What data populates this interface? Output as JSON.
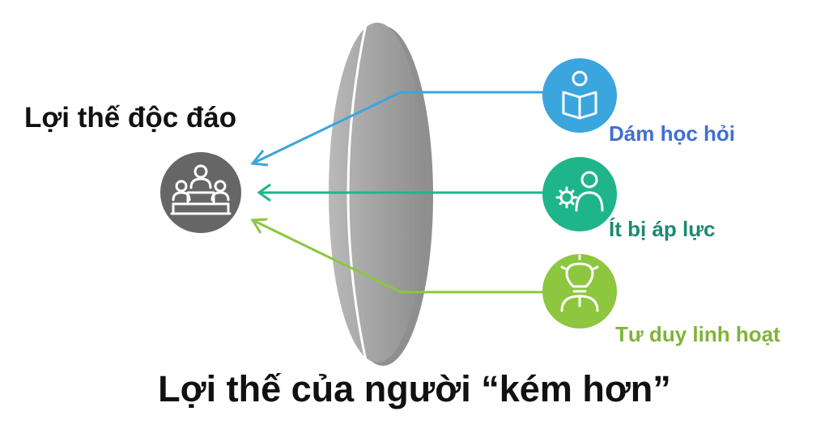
{
  "title_left": "Lợi thế độc đáo",
  "bottom_title": "Lợi thế của người “kém hơn”",
  "center_icon": "people-podium-icon",
  "items": [
    {
      "label": "Dám học hỏi",
      "icon": "person-reading-icon",
      "color": "#3aa6dd",
      "label_color": "#3f6fd1"
    },
    {
      "label": "Ít bị áp lực",
      "icon": "person-gear-icon",
      "color": "#1fb58a",
      "label_color": "#1b8a72"
    },
    {
      "label": "Tư duy linh hoạt",
      "icon": "lightbulb-person-icon",
      "color": "#8dc63f",
      "label_color": "#7fb33a"
    }
  ],
  "colors": {
    "lens": "#9b9b9b",
    "center_circle": "#666666"
  }
}
